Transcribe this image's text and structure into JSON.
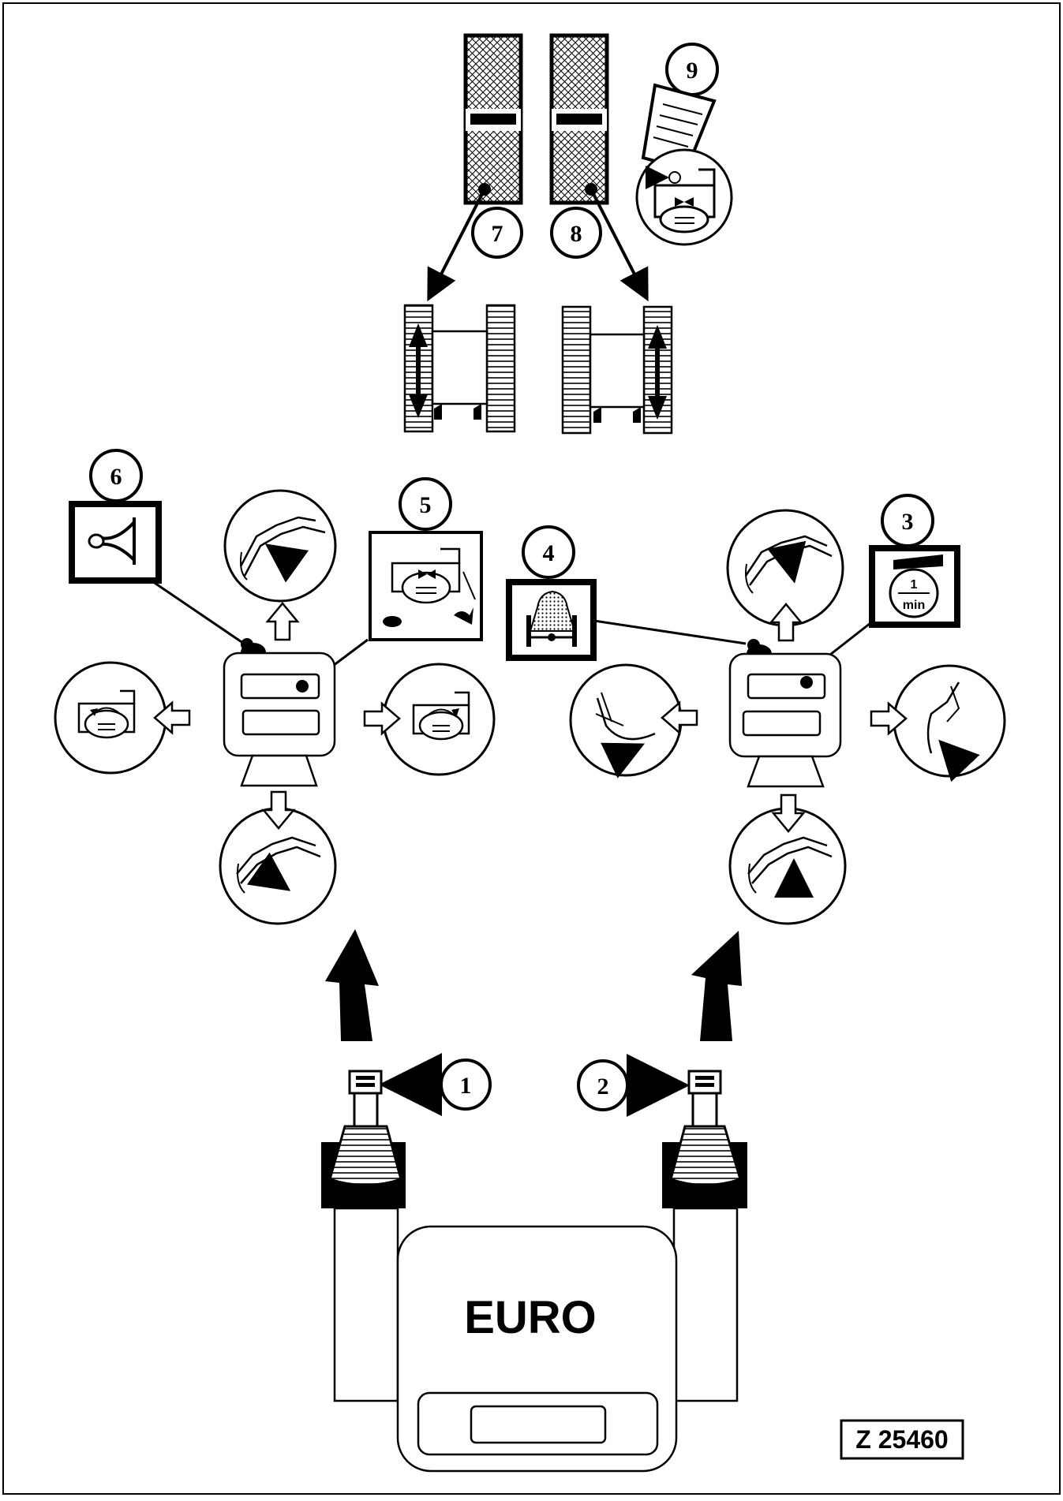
{
  "callouts": {
    "c1": "1",
    "c2": "2",
    "c3": "3",
    "c4": "4",
    "c5": "5",
    "c6": "6",
    "c7": "7",
    "c8": "8",
    "c9": "9"
  },
  "rpm_unit": {
    "numerator": "1",
    "denominator": "min"
  },
  "console_label": "EURO",
  "figure_id": "Z 25460"
}
